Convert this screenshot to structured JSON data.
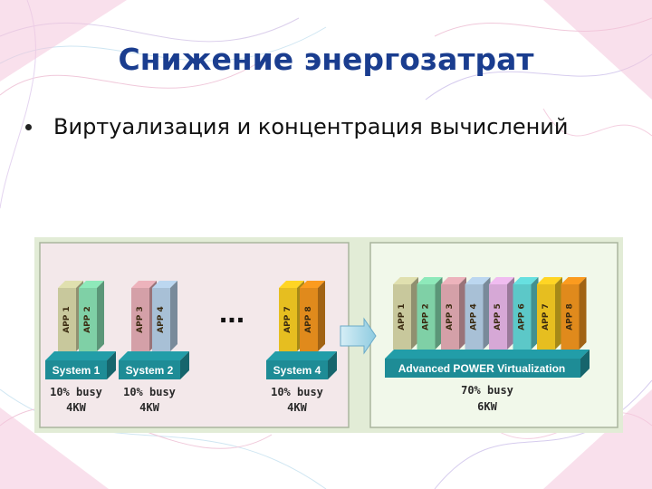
{
  "slide": {
    "title": "Снижение энергозатрат",
    "bullet": "Виртуализация и концентрация вычислений"
  },
  "diagram": {
    "before": {
      "systems": [
        {
          "label": "System 1",
          "apps": [
            "APP 1",
            "APP 2"
          ],
          "load": "10% busy",
          "power": "4KW"
        },
        {
          "label": "System 2",
          "apps": [
            "APP 3",
            "APP 4"
          ],
          "load": "10% busy",
          "power": "4KW"
        },
        {
          "label": "System 4",
          "apps": [
            "APP 7",
            "APP 8"
          ],
          "load": "10% busy",
          "power": "4KW"
        }
      ],
      "ellipsis": "..."
    },
    "after": {
      "platform_label": "Advanced POWER Virtualization",
      "apps": [
        "APP 1",
        "APP 2",
        "APP 3",
        "APP 4",
        "APP 5",
        "APP 6",
        "APP 7",
        "APP 8"
      ],
      "load": "70% busy",
      "power": "6KW"
    },
    "colors": {
      "app1": "#c8c89c",
      "app2": "#7fd0a6",
      "app3": "#d4a0a8",
      "app4": "#a8c0d6",
      "app5": "#d6a8d6",
      "app6": "#5cc8c8",
      "app7": "#e6be20",
      "app8": "#e08a1c",
      "base": "#1e8c96",
      "panel_before": "#f3e8ea",
      "panel_after": "#f1f8ea",
      "frame": "#c9d8b6"
    }
  }
}
